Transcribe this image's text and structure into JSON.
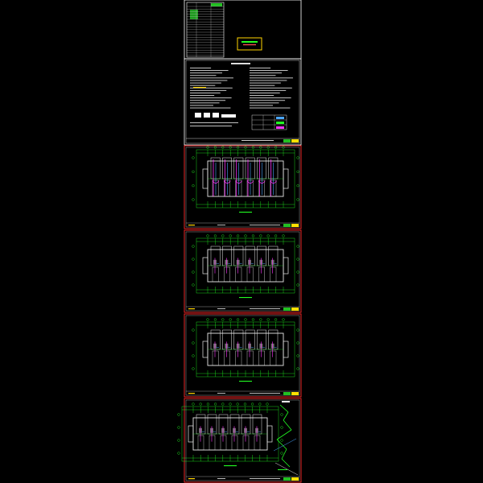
{
  "app": {
    "background": "#000000"
  },
  "sheets": [
    {
      "id": "cover-index",
      "kind": "index-table"
    },
    {
      "id": "design-notes",
      "kind": "notes"
    },
    {
      "id": "plan-1",
      "kind": "floor-plan",
      "variant": "heating"
    },
    {
      "id": "plan-2",
      "kind": "floor-plan",
      "variant": "standard"
    },
    {
      "id": "plan-3",
      "kind": "floor-plan",
      "variant": "standard"
    },
    {
      "id": "plan-4",
      "kind": "floor-plan-with-system",
      "variant": "system"
    }
  ],
  "colors": {
    "frame": "#ffffff",
    "sheet_border_red": "#ff2a2a",
    "grid_green": "#22ff22",
    "wall_white": "#e8e8e8",
    "pipe_magenta": "#ff33ff",
    "pipe_blue": "#4aa6ff",
    "accent_yellow": "#ffd400",
    "title_block_green": "#22c022",
    "title_block_yellow": "#ffe000"
  }
}
